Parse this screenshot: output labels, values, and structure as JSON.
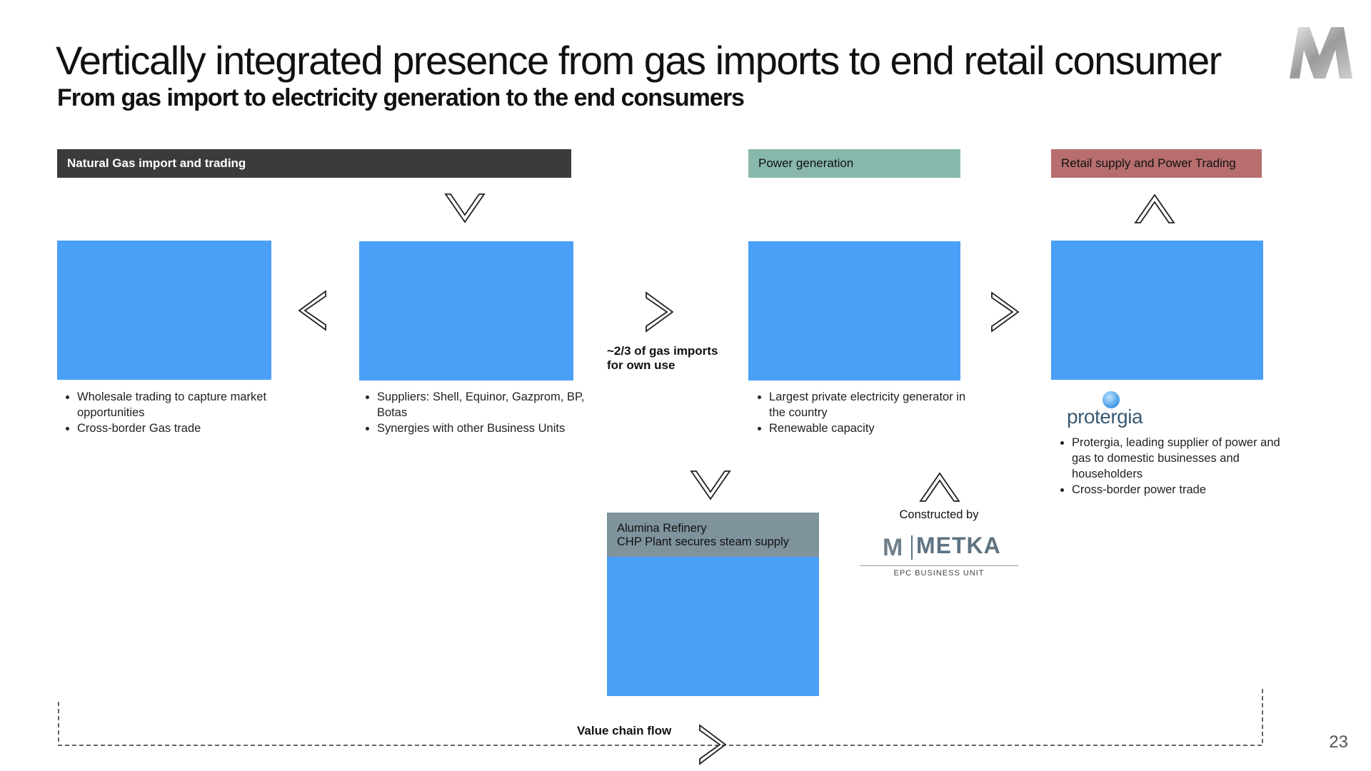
{
  "header": {
    "title": "Vertically integrated presence from gas imports to end retail consumer",
    "subtitle": "From gas import to electricity generation to the end consumers"
  },
  "sections": {
    "gas": {
      "label": "Natural Gas import and trading"
    },
    "power": {
      "label": "Power generation"
    },
    "retail": {
      "label": "Retail supply and Power Trading"
    }
  },
  "bullets": {
    "trading": [
      "Wholesale trading to capture market opportunities",
      "Cross-border Gas trade"
    ],
    "suppliers": [
      "Suppliers:  Shell, Equinor, Gazprom, BP, Botas",
      "Synergies with other Business Units"
    ],
    "power": [
      "Largest private electricity generator in the country",
      "Renewable capacity"
    ],
    "retail": [
      "Protergia, leading supplier of power and gas to domestic businesses and householders",
      "Cross-border power trade"
    ]
  },
  "note": {
    "line1": "~2/3 of gas imports",
    "line2": "for own use"
  },
  "refinery": {
    "line1": "Alumina Refinery",
    "line2": "CHP Plant secures steam supply"
  },
  "constructed_by": "Constructed by",
  "logos": {
    "protergia": "protergia",
    "metka": "METKA",
    "metka_sub": "EPC BUSINESS UNIT",
    "metka_mark": "M"
  },
  "value_chain_label": "Value chain flow",
  "page_number": "23",
  "colors": {
    "dark_bar": "#3b3b3b",
    "power_bar": "#88b8ad",
    "retail_bar": "#b86e6e",
    "placeholder_blue": "#4a9ff6",
    "refinery_bar": "#7f939d"
  },
  "icons": {
    "corner_logo": "mytilineos-m-logo",
    "arrows": "chevron-arrow-icons"
  }
}
